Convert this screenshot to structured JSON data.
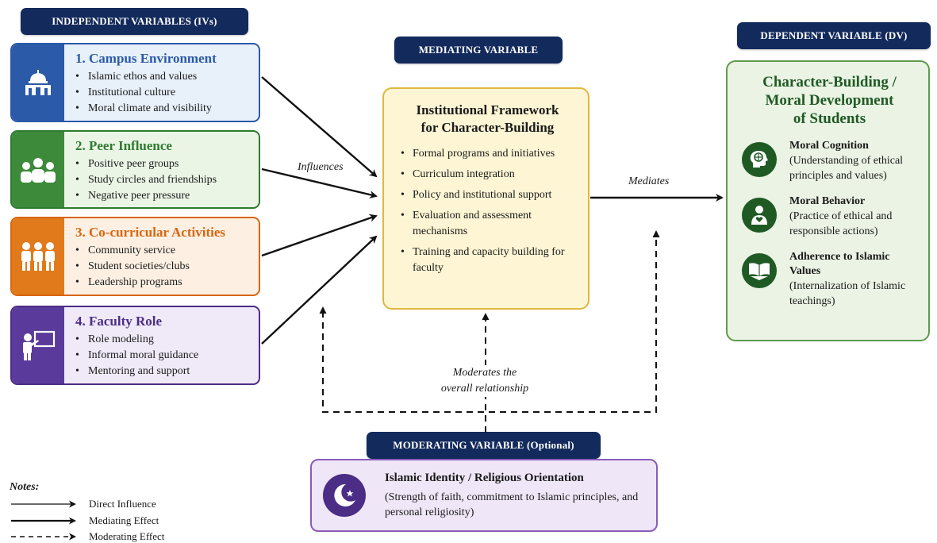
{
  "headers": {
    "iv": "INDEPENDENT VARIABLES (IVs)",
    "mediating": "MEDIATING VARIABLE",
    "dv": "DEPENDENT VARIABLE (DV)",
    "moderating": "MODERATING VARIABLE (Optional)"
  },
  "independent_variables": [
    {
      "title": "1.  Campus Environment",
      "color": "#2a5aa8",
      "bg": "#e8f0fa",
      "icon_bg": "#2a5aa8",
      "icon": "mosque-icon",
      "items": [
        "Islamic ethos and values",
        "Institutional culture",
        "Moral climate and visibility"
      ]
    },
    {
      "title": "2.  Peer Influence",
      "color": "#2f7a30",
      "bg": "#eaf5e6",
      "icon_bg": "#3c8a3a",
      "icon": "group-icon",
      "items": [
        "Positive peer groups",
        "Study circles and friendships",
        "Negative peer pressure"
      ]
    },
    {
      "title": "3.  Co-curricular Activities",
      "color": "#d9650f",
      "bg": "#fdf0e3",
      "icon_bg": "#e07a1a",
      "icon": "people-icon",
      "items": [
        "Community service",
        "Student societies/clubs",
        "Leadership programs"
      ]
    },
    {
      "title": "4.  Faculty Role",
      "color": "#4b2d86",
      "bg": "#f0eaf8",
      "icon_bg": "#5a3a9a",
      "icon": "teacher-icon",
      "items": [
        "Role modeling",
        "Informal moral guidance",
        "Mentoring and support"
      ]
    }
  ],
  "mediator": {
    "title_line1": "Institutional Framework",
    "title_line2": "for Character-Building",
    "items": [
      "Formal programs and initiatives",
      "Curriculum integration",
      "Policy and institutional support",
      "Evaluation and assessment mechanisms",
      "Training and capacity building for faculty"
    ]
  },
  "dependent": {
    "title_line1": "Character-Building /",
    "title_line2": "Moral Development",
    "title_line3": "of Students",
    "items": [
      {
        "title": "Moral Cognition",
        "desc": "(Understanding of ethical principles and values)",
        "icon": "brain-icon"
      },
      {
        "title": "Moral Behavior",
        "desc": "(Practice of ethical and responsible actions)",
        "icon": "person-heart-icon"
      },
      {
        "title": "Adherence to Islamic Values",
        "desc": "(Internalization of Islamic teachings)",
        "icon": "book-icon"
      }
    ]
  },
  "moderator": {
    "title": "Islamic Identity / Religious Orientation",
    "desc": "(Strength of faith, commitment to Islamic principles, and personal religiosity)"
  },
  "labels": {
    "influences": "Influences",
    "mediates": "Mediates",
    "moderates_line1": "Moderates the",
    "moderates_line2": "overall relationship"
  },
  "notes": {
    "title": "Notes:",
    "direct": "Direct Influence",
    "mediating": "Mediating Effect",
    "moderating": "Moderating Effect"
  }
}
